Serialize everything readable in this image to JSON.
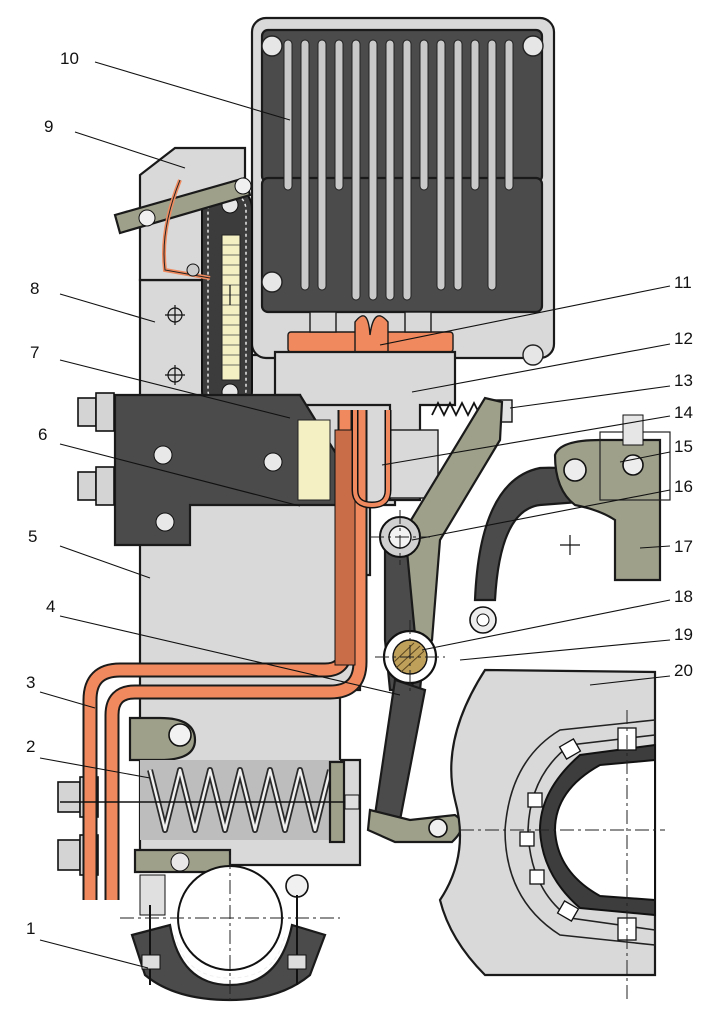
{
  "figure": {
    "labels": [
      "1",
      "2",
      "3",
      "4",
      "5",
      "6",
      "7",
      "8",
      "9",
      "10",
      "11",
      "12",
      "13",
      "14",
      "15",
      "16",
      "17",
      "18",
      "19",
      "20"
    ]
  }
}
